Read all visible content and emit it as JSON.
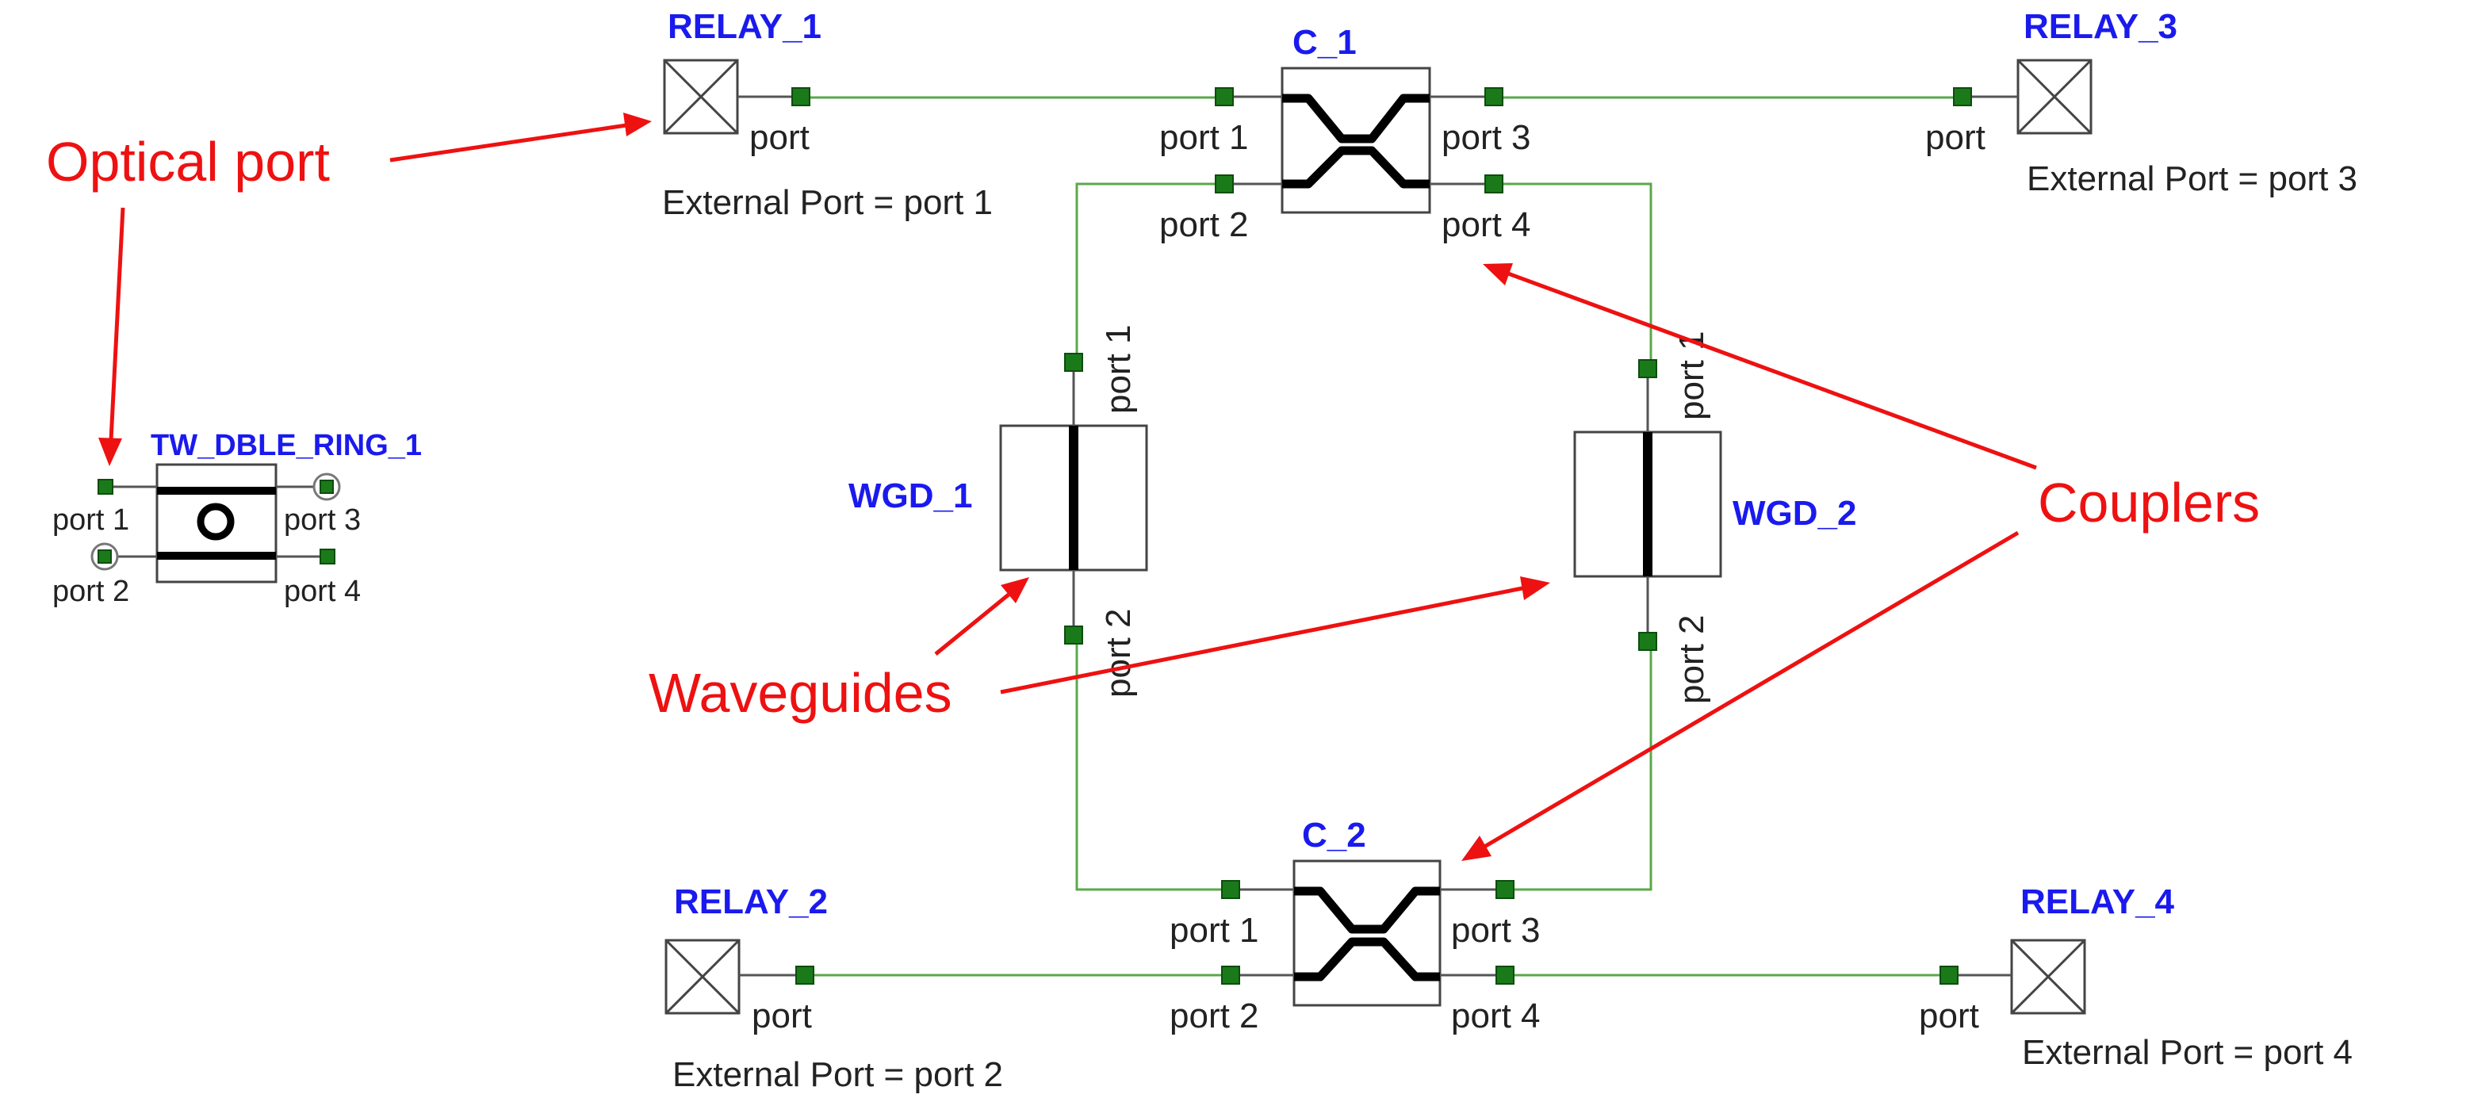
{
  "components": {
    "relay_1": {
      "name": "RELAY_1",
      "port_label": "port",
      "external_label": "External Port = port 1"
    },
    "relay_2": {
      "name": "RELAY_2",
      "port_label": "port",
      "external_label": "External Port = port 2"
    },
    "relay_3": {
      "name": "RELAY_3",
      "port_label": "port",
      "external_label": "External Port = port 3"
    },
    "relay_4": {
      "name": "RELAY_4",
      "port_label": "port",
      "external_label": "External Port = port 4"
    },
    "c_1": {
      "name": "C_1",
      "ports": [
        "port 1",
        "port 2",
        "port 3",
        "port 4"
      ]
    },
    "c_2": {
      "name": "C_2",
      "ports": [
        "port 1",
        "port 2",
        "port 3",
        "port 4"
      ]
    },
    "wgd_1": {
      "name": "WGD_1",
      "ports": [
        "port 1",
        "port 2"
      ]
    },
    "wgd_2": {
      "name": "WGD_2",
      "ports": [
        "port 1",
        "port 2"
      ]
    },
    "tw_dble_ring_1": {
      "name": "TW_DBLE_RING_1",
      "ports": [
        "port 1",
        "port 2",
        "port 3",
        "port 4"
      ]
    }
  },
  "annotations": {
    "optical_port": "Optical port",
    "waveguides": "Waveguides",
    "couplers": "Couplers"
  },
  "colors": {
    "wire": "#5aa84a",
    "port": "#1a7a1a",
    "component_name": "#1a1aee",
    "annotation": "#ee1111"
  }
}
